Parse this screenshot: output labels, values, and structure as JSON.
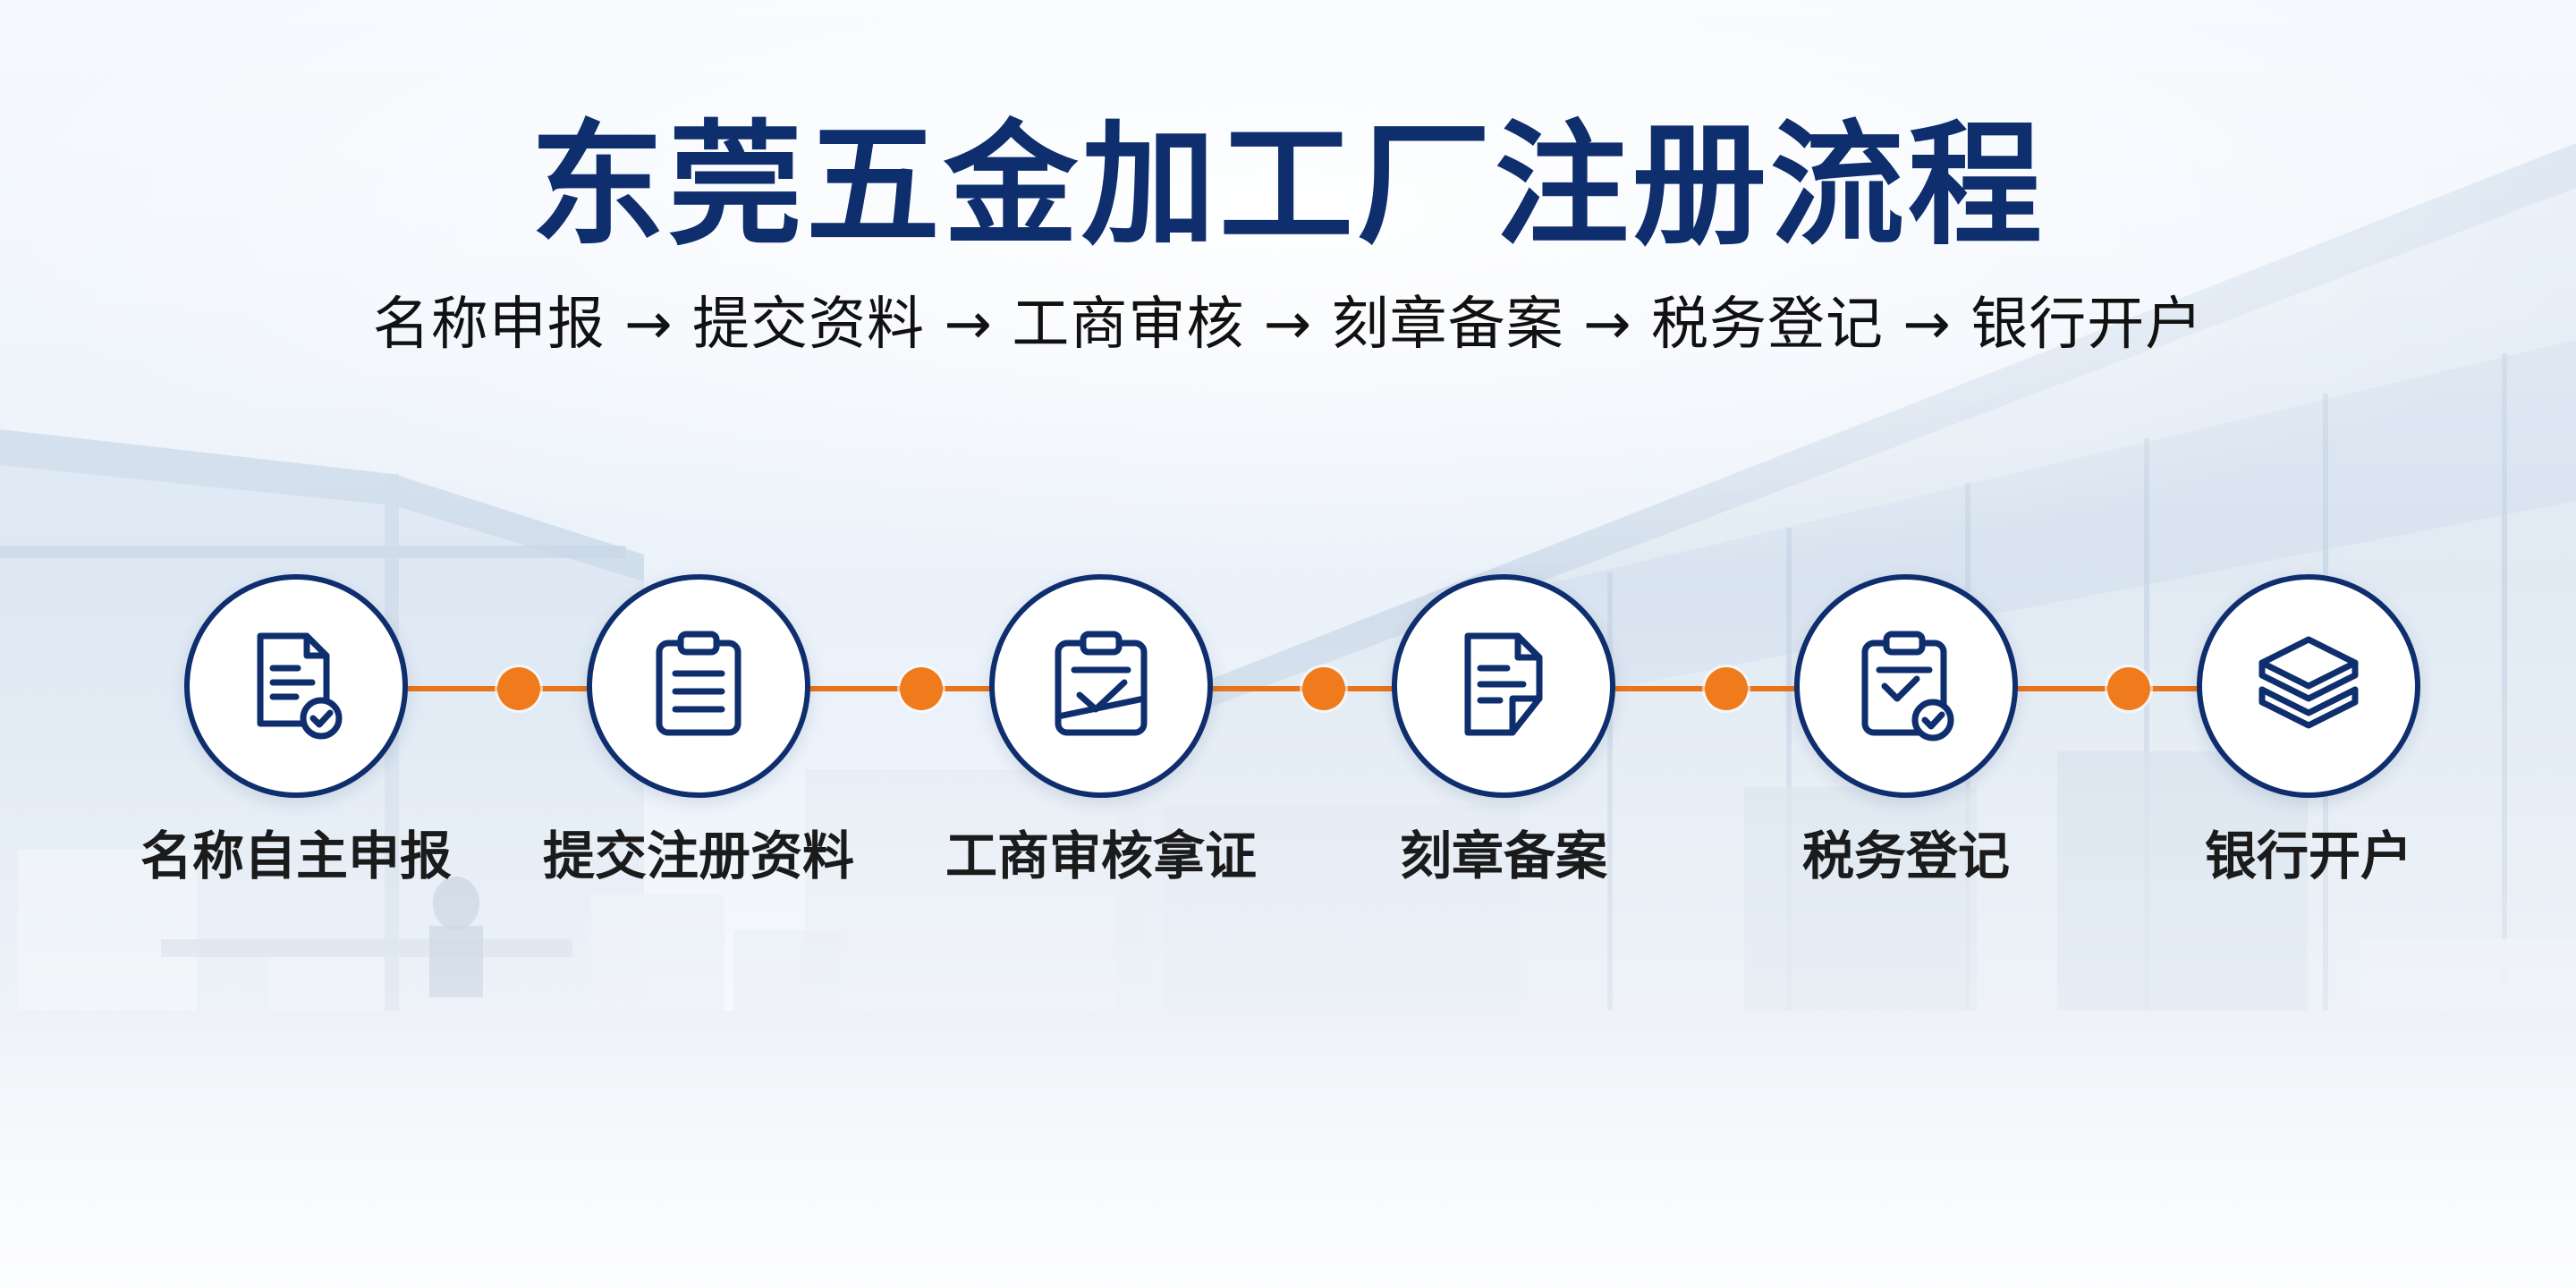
{
  "title": "东莞五金加工厂注册流程",
  "subtitle": "名称申报 → 提交资料 → 工商审核 → 刻章备案 → 税务登记 → 银行开户",
  "steps": [
    {
      "label": "名称自主申报",
      "icon": "document-check-icon"
    },
    {
      "label": "提交注册资料",
      "icon": "clipboard-list-icon"
    },
    {
      "label": "工商审核拿证",
      "icon": "clipboard-check-icon"
    },
    {
      "label": "刻章备案",
      "icon": "document-folded-icon"
    },
    {
      "label": "税务登记",
      "icon": "clipboard-badge-icon"
    },
    {
      "label": "银行开户",
      "icon": "layers-icon"
    }
  ],
  "colors": {
    "title": "#0f2e6e",
    "circle_border": "#0f2e6e",
    "connector": "#e9741a",
    "dot": "#ef7b1d"
  }
}
